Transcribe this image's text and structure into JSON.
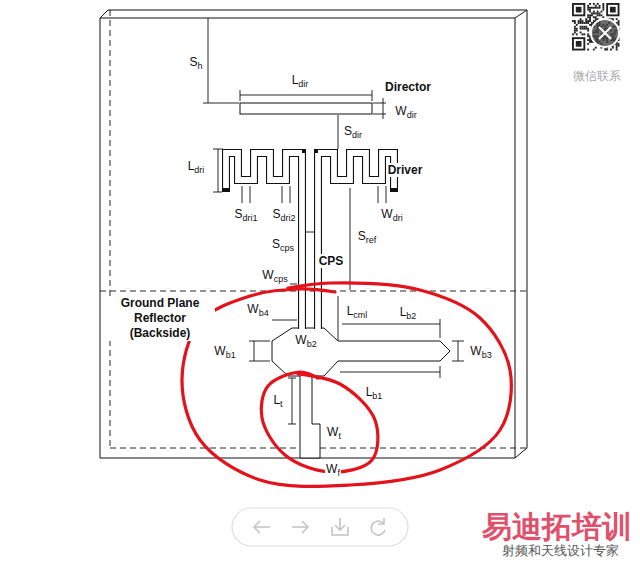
{
  "diagram": {
    "labels": [
      "Sh",
      "Ldir",
      "Director",
      "Wdir",
      "Sdir",
      "Ldri",
      "Driver",
      "Sdri1",
      "Sdri2",
      "Wdri",
      "Scps",
      "Sref",
      "CPS",
      "Wcps",
      "Ground Plane Reflector (Backside)",
      "Wb4",
      "Lcml",
      "Lb2",
      "Wb1",
      "Wb2",
      "Wb3",
      "Lb1",
      "Lt",
      "Wt",
      "Wf",
      "微信联系",
      "易迪拓培训",
      "射频和天线设计专家"
    ]
  }
}
